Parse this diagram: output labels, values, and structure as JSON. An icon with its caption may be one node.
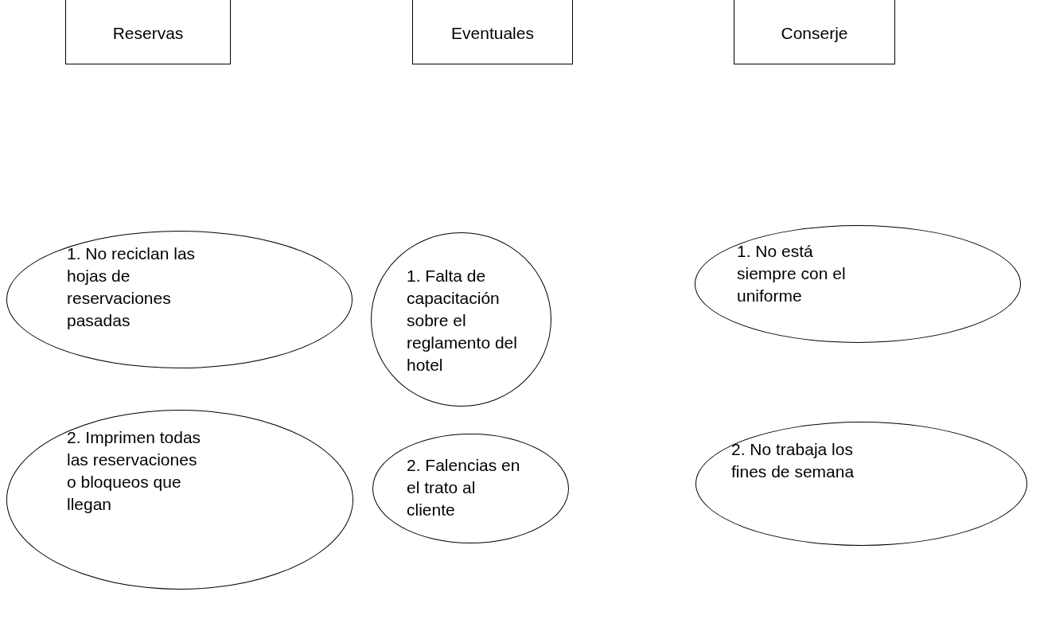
{
  "diagram": {
    "nodes": [
      {
        "text": [
          "Reservas"
        ]
      },
      {
        "text": [
          "Eventuales"
        ]
      },
      {
        "text": [
          "Conserje"
        ]
      },
      {
        "text": [
          "1. No reciclan las hojas de reservaciones pasadas"
        ]
      },
      {
        "text": [
          "1. Falta de capacitación sobre el reglamento del hotel"
        ]
      },
      {
        "text": [
          "1. No está siempre con el uniforme"
        ]
      },
      {
        "text": [
          "2. Imprimen todas las reservaciones o bloqueos que llegan"
        ]
      },
      {
        "text": [
          "2. Falencias en el trato al cliente"
        ]
      },
      {
        "text": [
          "2. No trabaja los fines de semana"
        ]
      }
    ]
  }
}
